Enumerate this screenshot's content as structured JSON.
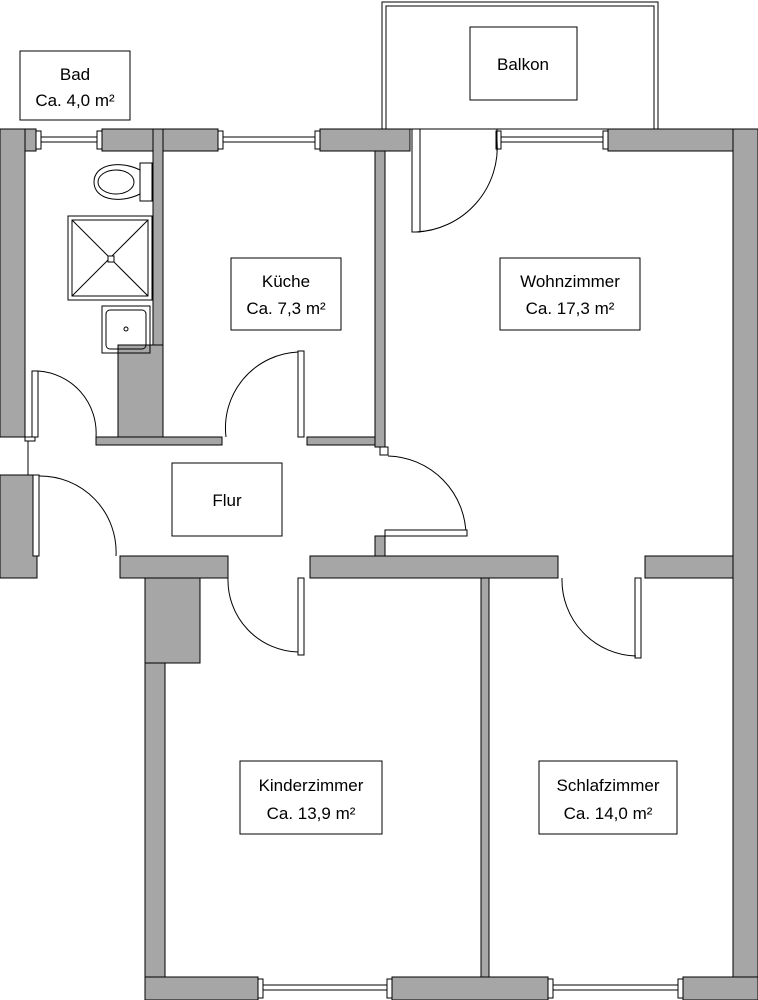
{
  "rooms": {
    "bad": {
      "name": "Bad",
      "area": "Ca. 4,0 m²"
    },
    "balkon": {
      "name": "Balkon"
    },
    "kueche": {
      "name": "Küche",
      "area": "Ca. 7,3 m²"
    },
    "wohnzimmer": {
      "name": "Wohnzimmer",
      "area": "Ca. 17,3 m²"
    },
    "flur": {
      "name": "Flur"
    },
    "kinderzimmer": {
      "name": "Kinderzimmer",
      "area": "Ca. 13,9 m²"
    },
    "schlafzimmer": {
      "name": "Schlafzimmer",
      "area": "Ca. 14,0 m²"
    }
  },
  "colors": {
    "wall": "#a6a6a6",
    "line": "#000000",
    "background": "#ffffff"
  }
}
